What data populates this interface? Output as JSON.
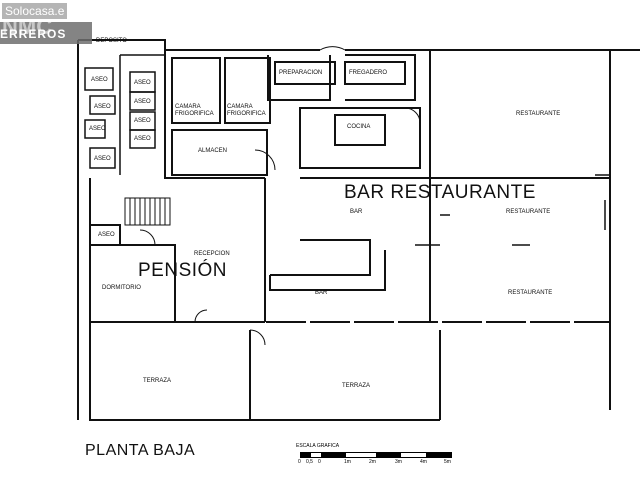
{
  "title": "PLANTA BAJA",
  "watermark": {
    "site": "Solocasa.e",
    "brand": "ERREROS",
    "logo": "NMC"
  },
  "labels": {
    "deposito": "DEPOSITO",
    "aseo1": "ASEO",
    "aseo2": "ASEO",
    "aseo3": "ASEO",
    "aseo4": "ASEO",
    "aseo5": "ASEO",
    "aseo6": "ASEO",
    "aseo7": "ASEO",
    "aseo8": "ASEO",
    "camara1": "CAMARA\nFRIGORIFICA",
    "camara2": "CAMARA\nFRIGORIFICA",
    "almacen": "ALMACEN",
    "preparacion": "PREPARACION",
    "fregadero": "FREGADERO",
    "cocina": "COCINA",
    "restaurante1": "RESTAURANTE",
    "restaurante2": "RESTAURANTE",
    "restaurante3": "RESTAURANTE",
    "bar_restaurante": "BAR RESTAURANTE",
    "bar1": "BAR",
    "bar2": "BAR",
    "recepcion": "RECEPCION",
    "pension": "PENSIÓN",
    "dormitorio": "DORMITORIO",
    "aseo_pension": "ASEO",
    "terraza1": "TERRAZA",
    "terraza2": "TERRAZA"
  },
  "scale": {
    "title": "ESCALA GRAFICA",
    "ticks": [
      "0",
      "0,5",
      "0",
      "1m",
      "2m",
      "3m",
      "4m",
      "5m"
    ]
  }
}
